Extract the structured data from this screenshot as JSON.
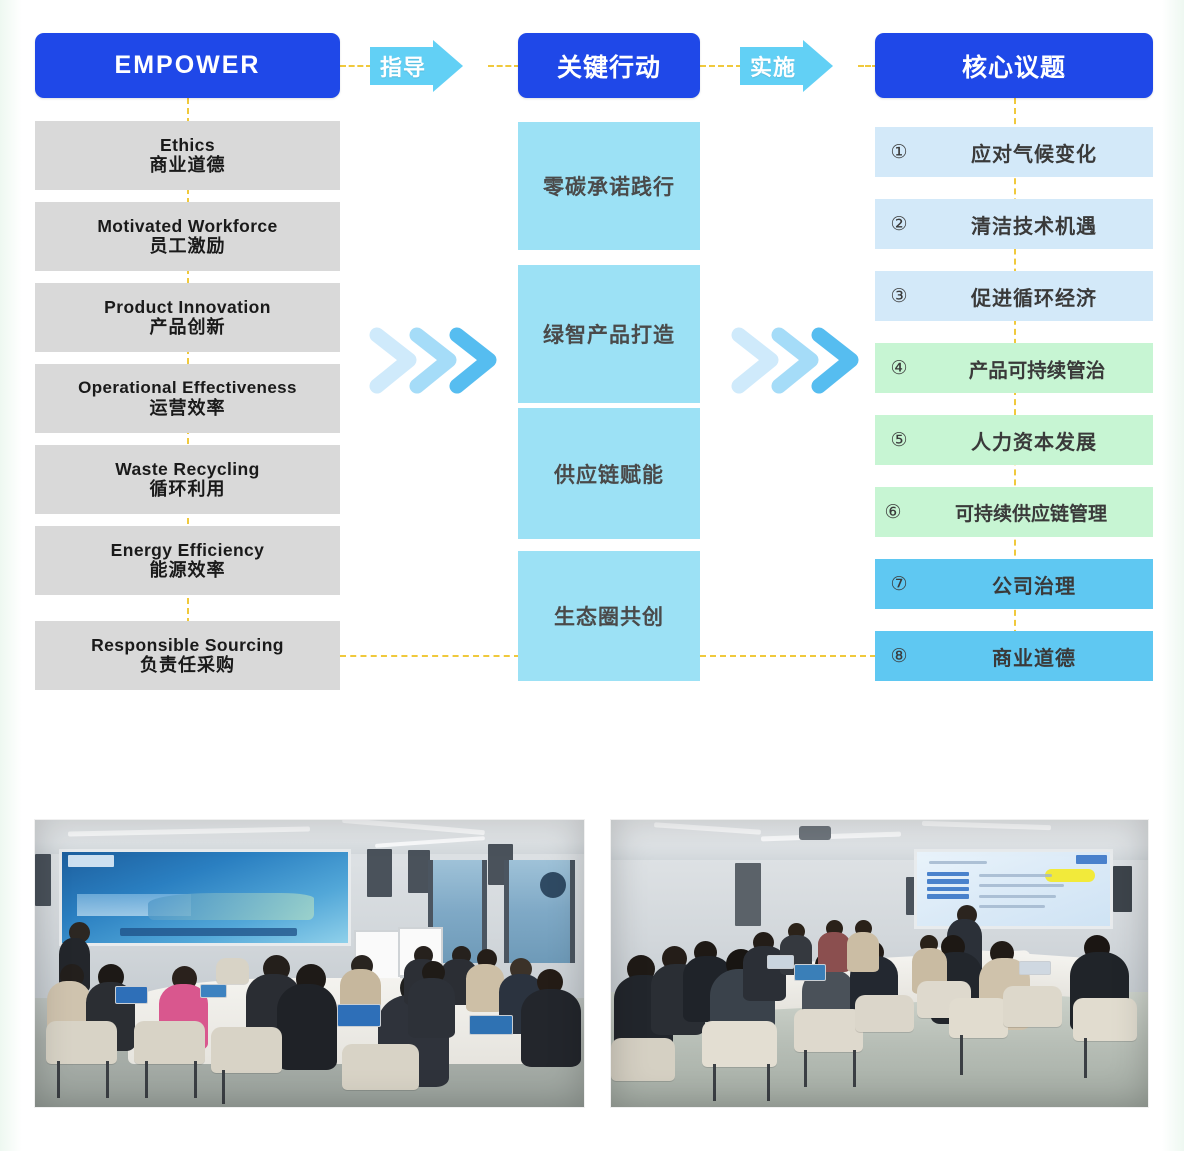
{
  "diagram": {
    "headers": {
      "left": "EMPOWER",
      "middle": "关键行动",
      "right": "核心议题"
    },
    "arrows": [
      {
        "label": "指导",
        "name": "arrow-guide"
      },
      {
        "label": "实施",
        "name": "arrow-implement"
      }
    ],
    "empower_items": [
      {
        "en": "Ethics",
        "zh": "商业道德"
      },
      {
        "en": "Motivated Workforce",
        "zh": "员工激励"
      },
      {
        "en": "Product Innovation",
        "zh": "产品创新"
      },
      {
        "en": "Operational Effectiveness",
        "zh": "运营效率"
      },
      {
        "en": "Waste Recycling",
        "zh": "循环利用"
      },
      {
        "en": "Energy Efficiency",
        "zh": "能源效率"
      },
      {
        "en": "Responsible Sourcing",
        "zh": "负责任采购"
      }
    ],
    "key_actions": [
      {
        "label": "零碳承诺践行"
      },
      {
        "label": "绿智产品打造"
      },
      {
        "label": "供应链赋能"
      },
      {
        "label": "生态圈共创"
      }
    ],
    "core_topics": [
      {
        "num": "①",
        "label": "应对气候变化",
        "color": "#d3e9f9"
      },
      {
        "num": "②",
        "label": "清洁技术机遇",
        "color": "#d3e9f9"
      },
      {
        "num": "③",
        "label": "促进循环经济",
        "color": "#d3e9f9"
      },
      {
        "num": "④",
        "label": "产品可持续管治",
        "color": "#c7f5d3"
      },
      {
        "num": "⑤",
        "label": "人力资本发展",
        "color": "#c7f5d3"
      },
      {
        "num": "⑥",
        "label": "可持续供应链管理",
        "color": "#c7f5d3"
      },
      {
        "num": "⑦",
        "label": "公司治理",
        "color": "#5fc8f2"
      },
      {
        "num": "⑧",
        "label": "商业道德",
        "color": "#5fc8f2"
      }
    ],
    "colors": {
      "header_blue": "#1f48e8",
      "arrow_cyan": "#62d0f5",
      "grey_block": "#d9d9d9",
      "action_cyan": "#9ce1f5",
      "dash_yellow": "#f0c93c",
      "chevron_light": "#cfeafb",
      "chevron_mid": "#a5dcf8",
      "chevron_dark": "#56bdf0"
    },
    "icons": {
      "chevron_group_left": "chevron-right-triple-icon",
      "chevron_group_right": "chevron-right-triple-icon"
    }
  },
  "photos": [
    {
      "name": "meeting-room-photo-left",
      "caption": ""
    },
    {
      "name": "meeting-room-photo-right",
      "caption": ""
    }
  ]
}
